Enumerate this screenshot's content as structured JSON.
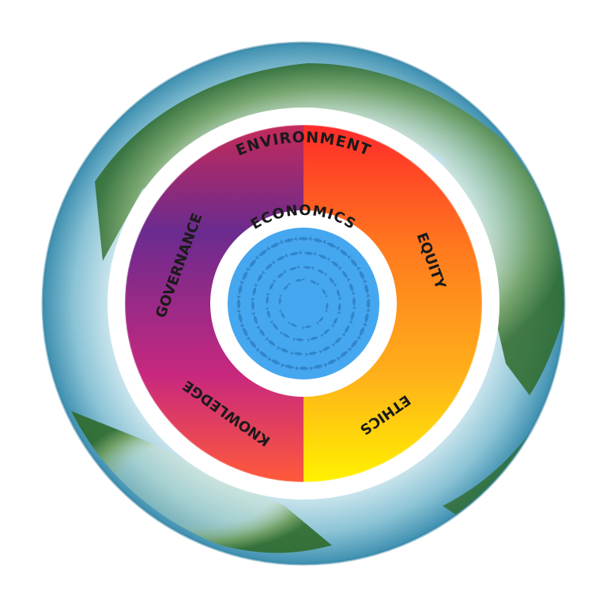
{
  "diagram": {
    "outer_label": "ENVIRONMENT",
    "ring_labels": {
      "economics": "ECONOMICS",
      "equity": "EQUITY",
      "ethics": "ETHICS",
      "knowledge": "KNOWLEDGE",
      "governance": "GOVERNANCE"
    },
    "colors": {
      "ocean": "#5aa6c8",
      "land": "#3f7f3a",
      "ring_red": "#ff2a2a",
      "ring_orange": "#ff8a1e",
      "ring_yellow": "#fff200",
      "ring_pink": "#e6227a",
      "ring_purple": "#6a2b8f",
      "center_blue": "#45a7ef",
      "fish": "#2f7fc4"
    }
  }
}
